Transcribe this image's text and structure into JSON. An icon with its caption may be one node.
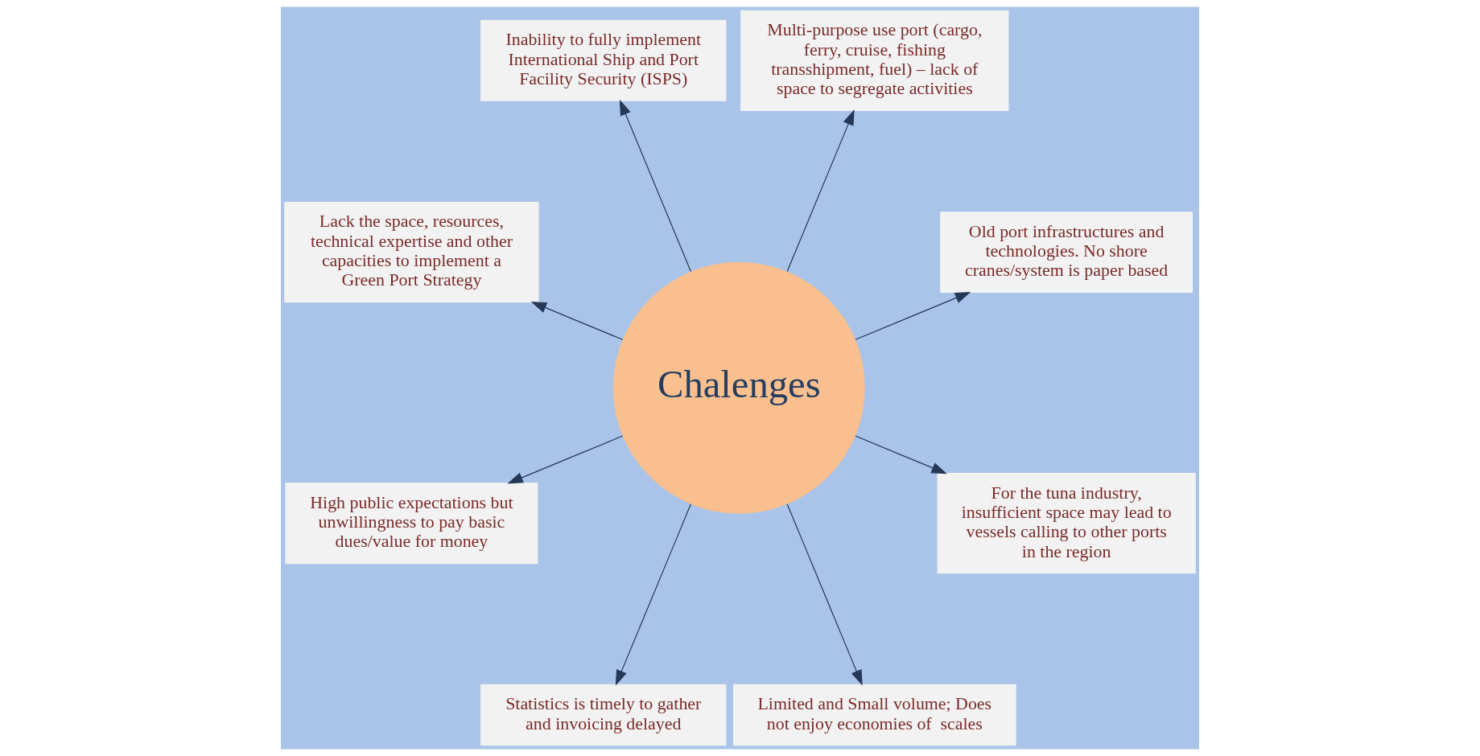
{
  "diagram": {
    "nodes": [
      {
        "text": [
          "Chalenges"
        ]
      },
      {
        "text": [
          "Old port infrastructures and technologies. No shore cranes/system is paper based"
        ]
      },
      {
        "text": [
          "Multi-purpose use port (cargo, ferry, cruise, fishing transshipment, fuel) – lack of space to segregate activities"
        ]
      },
      {
        "text": [
          "Inability to fully implement International Ship and Port Facility Security (ISPS)"
        ]
      },
      {
        "text": [
          "Lack the space, resources, technical expertise and other capacities to implement a Green Port Strategy"
        ]
      },
      {
        "text": [
          "High public expectations but unwillingness to pay basic dues/value for money"
        ]
      },
      {
        "text": [
          "Statistics is timely to gather and invoicing delayed"
        ]
      },
      {
        "text": [
          "Limited and Small volume; Does not enjoy economies of  scales"
        ]
      },
      {
        "text": [
          "For the tuna industry, insufficient space may lead to vessels calling to other ports in the region"
        ]
      }
    ],
    "edges": [
      {
        "from": 0,
        "to": 1,
        "arrow": "to"
      },
      {
        "from": 0,
        "to": 2,
        "arrow": "to"
      },
      {
        "from": 0,
        "to": 3,
        "arrow": "to"
      },
      {
        "from": 0,
        "to": 4,
        "arrow": "to"
      },
      {
        "from": 0,
        "to": 5,
        "arrow": "to"
      },
      {
        "from": 0,
        "to": 6,
        "arrow": "to"
      },
      {
        "from": 0,
        "to": 7,
        "arrow": "to"
      },
      {
        "from": 0,
        "to": 8,
        "arrow": "to"
      }
    ]
  }
}
